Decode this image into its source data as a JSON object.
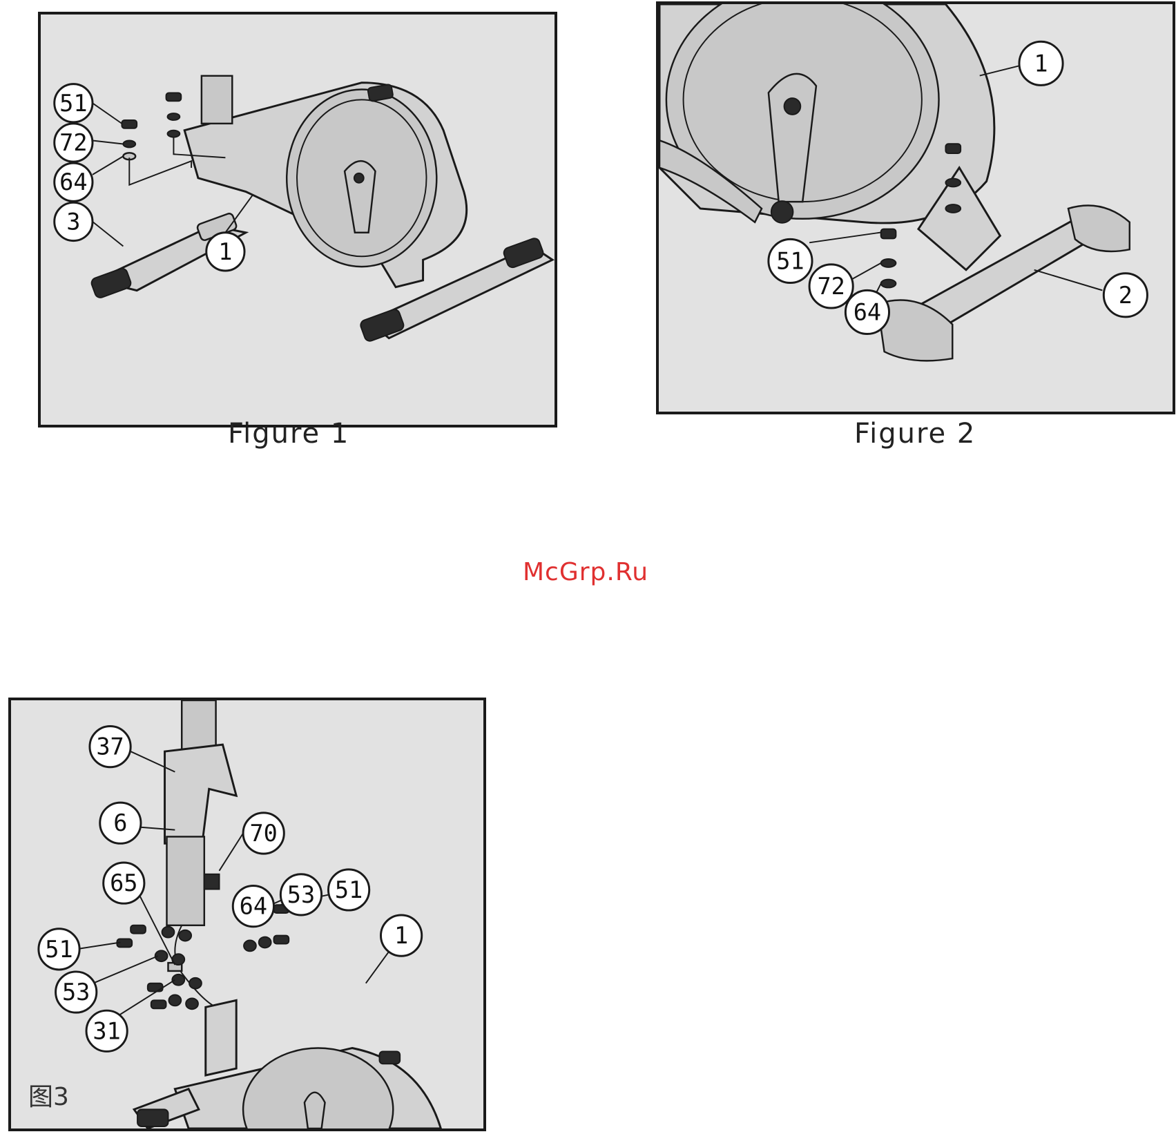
{
  "figure1": {
    "caption": "Figure 1",
    "callouts": [
      "51",
      "72",
      "64",
      "3",
      "1"
    ]
  },
  "figure2": {
    "caption": "Figure 2",
    "callouts": [
      "1",
      "51",
      "72",
      "64",
      "2"
    ]
  },
  "figure3": {
    "label": "图3",
    "callouts": [
      "37",
      "6",
      "70",
      "65",
      "64",
      "53",
      "51",
      "51",
      "53",
      "31",
      "1"
    ]
  },
  "watermark": {
    "text": "McGrp.Ru",
    "color": "#e03030"
  }
}
